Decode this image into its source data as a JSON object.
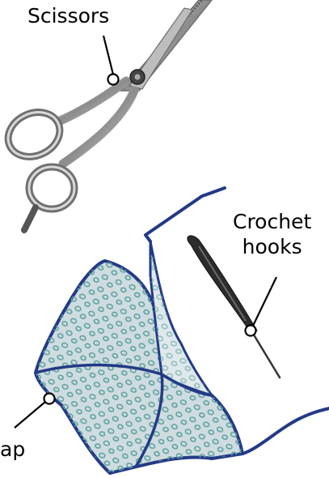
{
  "labels": {
    "scissors": "Scissors",
    "crochet_line1": "Crochet",
    "crochet_line2": "hooks",
    "cap": "ap"
  },
  "colors": {
    "cap_fabric": "#cfdcdf",
    "cap_pattern": "#5fa3a2",
    "cap_trim": "#233a86",
    "hook": "#2c2c2c",
    "scissors_metal": "#9a9a9a",
    "pointer": "#000000"
  }
}
